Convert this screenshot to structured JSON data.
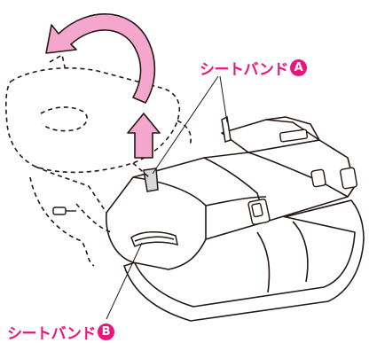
{
  "callouts": {
    "a": {
      "text": "シートバンド",
      "badge": "A"
    },
    "b": {
      "text": "シートバンド",
      "badge": "B"
    }
  },
  "colors": {
    "accent": "#e8157a",
    "arrow_fill": "#f4a6cc",
    "outline": "#231815",
    "seat_fill": "#ffffff",
    "shade": "#efefef"
  }
}
